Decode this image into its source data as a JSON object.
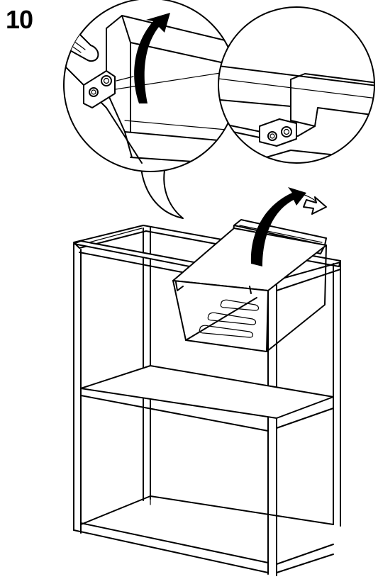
{
  "document": {
    "step_number": "10",
    "style": "line-art assembly instruction",
    "ink_color": "#000000",
    "background_color": "#ffffff"
  },
  "illustration": {
    "detail_circles": [
      {
        "name": "detail-left",
        "icons": [
          "hand-pointing-icon",
          "bolt-icon",
          "rotate-arrow-icon"
        ]
      },
      {
        "name": "detail-right",
        "icons": [
          "bolt-icon"
        ]
      }
    ],
    "main_view": {
      "object": "shelf-frame",
      "icons": [
        "rotate-arrow-icon",
        "basket-icon"
      ]
    }
  }
}
